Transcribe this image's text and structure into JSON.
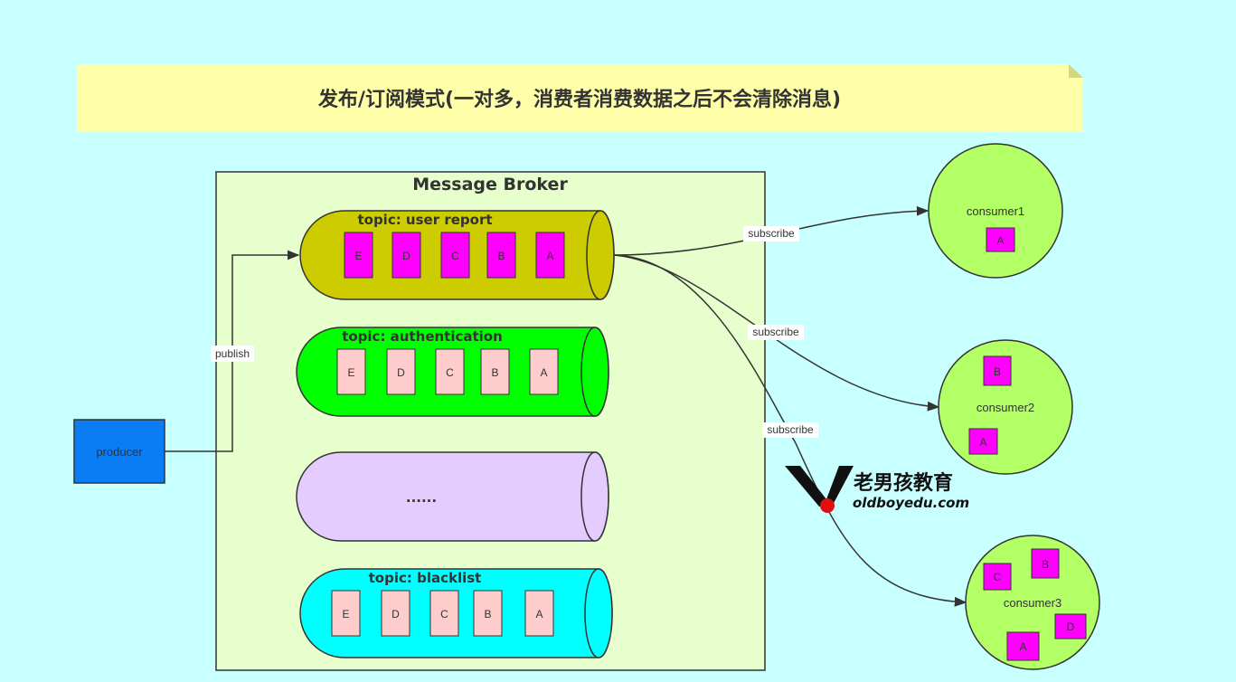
{
  "title": "发布/订阅模式(一对多，消费者消费数据之后不会清除消息)",
  "broker": {
    "label": "Message Broker"
  },
  "producer": {
    "label": "producer",
    "color": "#0a7df5"
  },
  "publish_label": "publish",
  "subscribe_label": "subscribe",
  "topics": [
    {
      "label": "topic: user  report",
      "color": "#cccc00",
      "msg_color": "#ff00ff",
      "messages": [
        "E",
        "D",
        "C",
        "B",
        "A"
      ]
    },
    {
      "label": "topic: authentication",
      "color": "#00ff00",
      "msg_color": "#ffcccc",
      "messages": [
        "E",
        "D",
        "C",
        "B",
        "A"
      ]
    },
    {
      "label": "......",
      "color": "#e5ccff",
      "msg_color": "",
      "messages": []
    },
    {
      "label": "topic: blacklist",
      "color": "#00ffff",
      "msg_color": "#ffcccc",
      "messages": [
        "E",
        "D",
        "C",
        "B",
        "A"
      ]
    }
  ],
  "consumers": [
    {
      "label": "consumer1",
      "messages": [
        "A"
      ]
    },
    {
      "label": "consumer2",
      "messages": [
        "B",
        "A"
      ]
    },
    {
      "label": "consumer3",
      "messages": [
        "C",
        "B",
        "D",
        "A"
      ]
    }
  ],
  "consumer_color": "#b3ff66",
  "watermark": {
    "name": "老男孩教育",
    "site": "oldboyedu.com"
  }
}
